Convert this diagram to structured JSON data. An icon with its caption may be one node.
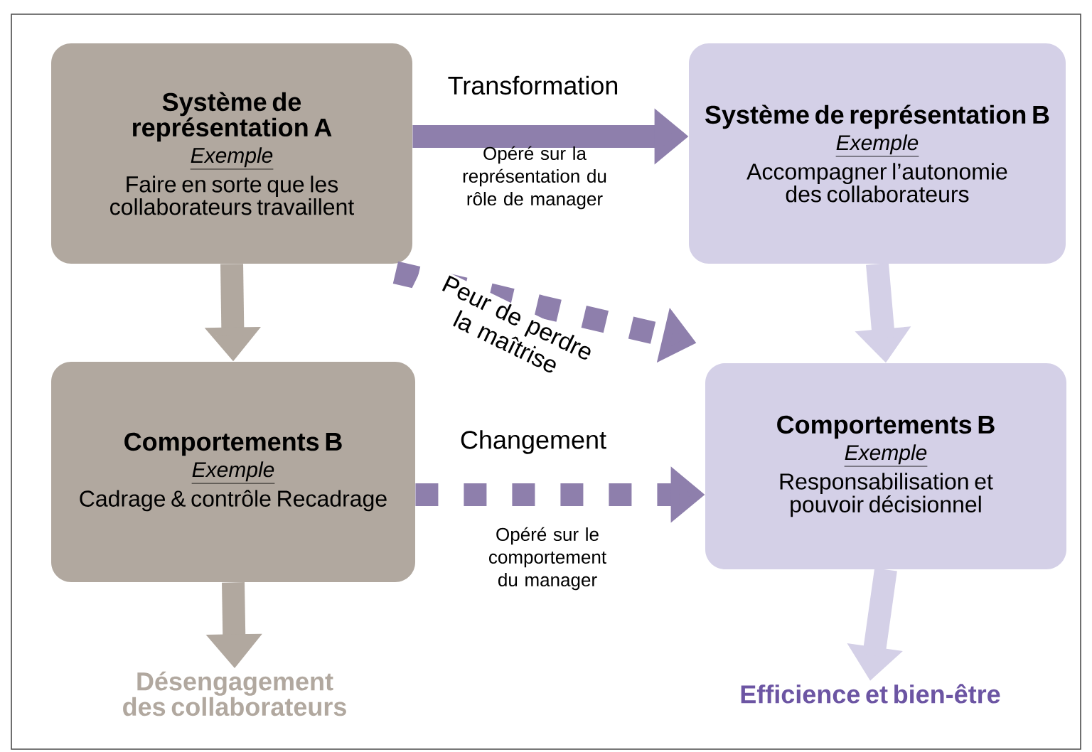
{
  "diagram": {
    "nodes": [
      {
        "text": [
          "Système de représentation A",
          "Exemple",
          "Faire en sorte que les collaborateurs travaillent"
        ]
      },
      {
        "text": [
          "Système de représentation B",
          "Exemple",
          "Accompagner l’autonomie des collaborateurs"
        ]
      },
      {
        "text": [
          "Comportements B",
          "Exemple",
          "Cadrage & contrôle Recadrage"
        ]
      },
      {
        "text": [
          "Comportements B",
          "Exemple",
          "Responsabilisation et pouvoir décisionnel"
        ]
      },
      {
        "text": [
          "Désengagement des collaborateurs"
        ]
      },
      {
        "text": [
          "Efficience et bien-être"
        ]
      }
    ],
    "edges": [
      {
        "from": 0,
        "to": 1,
        "arrow": "to",
        "label": "Transformation",
        "color": "#8e7fac"
      },
      {
        "from": 0,
        "to": 2,
        "arrow": "to"
      },
      {
        "from": 1,
        "to": 3,
        "arrow": "to",
        "color": "#d4d0e7"
      },
      {
        "from": 0,
        "to": 3,
        "arrow": "to",
        "label": "Peur de perdre la maîtrise",
        "style": "dashed",
        "color": "#8e7fac"
      },
      {
        "from": 2,
        "to": 3,
        "arrow": "to",
        "label": "Changement",
        "style": "dashed",
        "color": "#8e7fac"
      },
      {
        "from": 2,
        "to": 4,
        "arrow": "to"
      },
      {
        "from": 3,
        "to": 5,
        "arrow": "to",
        "color": "#d4d0e7"
      }
    ],
    "labels": [
      "Opéré sur la représentation du rôle de manager",
      "Opéré sur le comportement du manager"
    ]
  }
}
